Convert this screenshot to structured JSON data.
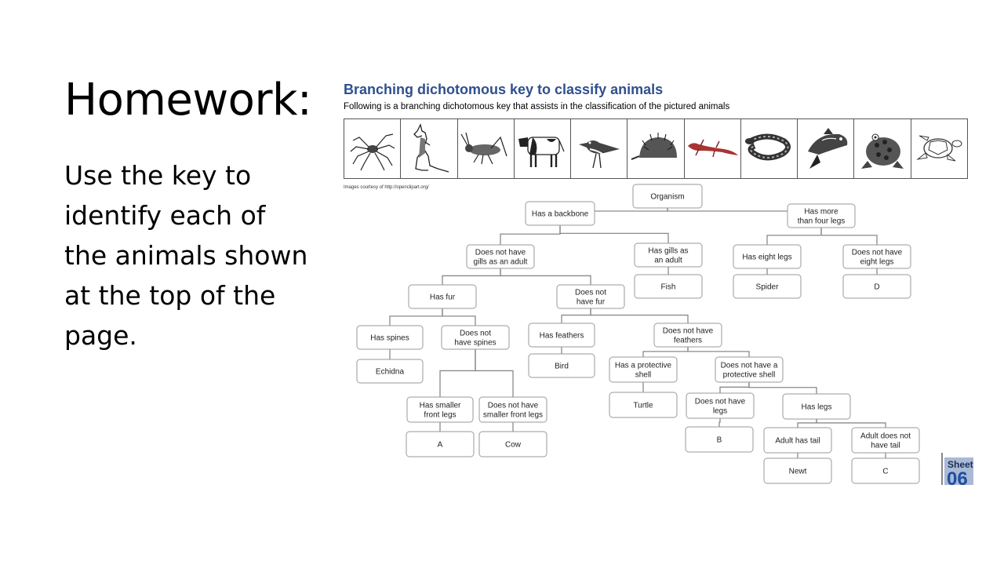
{
  "slide": {
    "title": "Homework:",
    "body": "Use the key to identify each of the animals shown at the top of the page."
  },
  "key": {
    "title": "Branching dichotomous key to classify animals",
    "subtitle": "Following is a branching dichotomous key that assists in the classification of the pictured animals",
    "credit": "Images courtesy of http://openclipart.org/",
    "animals": [
      "spider-icon",
      "kangaroo-icon",
      "cricket-icon",
      "cow-icon",
      "bird-icon",
      "echidna-icon",
      "newt-icon",
      "snake-icon",
      "fish-icon",
      "toad-icon",
      "turtle-icon"
    ]
  },
  "tree": {
    "nodes": [
      {
        "id": "organism",
        "lines": [
          "Organism"
        ]
      },
      {
        "id": "backbone",
        "lines": [
          "Has a backbone"
        ]
      },
      {
        "id": "more-four-legs",
        "lines": [
          "Has more",
          "than four legs"
        ]
      },
      {
        "id": "no-gills",
        "lines": [
          "Does not have",
          "gills as an adult"
        ]
      },
      {
        "id": "gills",
        "lines": [
          "Has gills as",
          "an adult"
        ]
      },
      {
        "id": "eight-legs",
        "lines": [
          "Has eight legs"
        ]
      },
      {
        "id": "not-eight-legs",
        "lines": [
          "Does not have",
          "eight legs"
        ]
      },
      {
        "id": "fish",
        "lines": [
          "Fish"
        ]
      },
      {
        "id": "spider",
        "lines": [
          "Spider"
        ]
      },
      {
        "id": "d",
        "lines": [
          "D"
        ]
      },
      {
        "id": "fur",
        "lines": [
          "Has fur"
        ]
      },
      {
        "id": "no-fur",
        "lines": [
          "Does not",
          "have fur"
        ]
      },
      {
        "id": "spines",
        "lines": [
          "Has spines"
        ]
      },
      {
        "id": "no-spines",
        "lines": [
          "Does not",
          "have spines"
        ]
      },
      {
        "id": "feathers",
        "lines": [
          "Has feathers"
        ]
      },
      {
        "id": "no-feathers",
        "lines": [
          "Does not have",
          "feathers"
        ]
      },
      {
        "id": "echidna",
        "lines": [
          "Echidna"
        ]
      },
      {
        "id": "bird",
        "lines": [
          "Bird"
        ]
      },
      {
        "id": "shell",
        "lines": [
          "Has a protective",
          "shell"
        ]
      },
      {
        "id": "no-shell",
        "lines": [
          "Does not have a",
          "protective shell"
        ]
      },
      {
        "id": "turtle",
        "lines": [
          "Turtle"
        ]
      },
      {
        "id": "no-legs",
        "lines": [
          "Does not have",
          "legs"
        ]
      },
      {
        "id": "legs",
        "lines": [
          "Has legs"
        ]
      },
      {
        "id": "smaller-front",
        "lines": [
          "Has smaller",
          "front legs"
        ]
      },
      {
        "id": "not-smaller-front",
        "lines": [
          "Does not have",
          "smaller front legs"
        ]
      },
      {
        "id": "b",
        "lines": [
          "B"
        ]
      },
      {
        "id": "tail",
        "lines": [
          "Adult has tail"
        ]
      },
      {
        "id": "no-tail",
        "lines": [
          "Adult does not",
          "have tail"
        ]
      },
      {
        "id": "a",
        "lines": [
          "A"
        ]
      },
      {
        "id": "cow",
        "lines": [
          "Cow"
        ]
      },
      {
        "id": "newt",
        "lines": [
          "Newt"
        ]
      },
      {
        "id": "c",
        "lines": [
          "C"
        ]
      }
    ],
    "edges": [
      [
        "organism",
        "backbone"
      ],
      [
        "organism",
        "more-four-legs"
      ],
      [
        "backbone",
        "no-gills"
      ],
      [
        "backbone",
        "gills"
      ],
      [
        "more-four-legs",
        "eight-legs"
      ],
      [
        "more-four-legs",
        "not-eight-legs"
      ],
      [
        "gills",
        "fish"
      ],
      [
        "eight-legs",
        "spider"
      ],
      [
        "not-eight-legs",
        "d"
      ],
      [
        "no-gills",
        "fur"
      ],
      [
        "no-gills",
        "no-fur"
      ],
      [
        "fur",
        "spines"
      ],
      [
        "fur",
        "no-spines"
      ],
      [
        "no-fur",
        "feathers"
      ],
      [
        "no-fur",
        "no-feathers"
      ],
      [
        "spines",
        "echidna"
      ],
      [
        "feathers",
        "bird"
      ],
      [
        "no-feathers",
        "shell"
      ],
      [
        "no-feathers",
        "no-shell"
      ],
      [
        "shell",
        "turtle"
      ],
      [
        "no-shell",
        "no-legs"
      ],
      [
        "no-shell",
        "legs"
      ],
      [
        "no-spines",
        "smaller-front"
      ],
      [
        "no-spines",
        "not-smaller-front"
      ],
      [
        "no-legs",
        "b"
      ],
      [
        "legs",
        "tail"
      ],
      [
        "legs",
        "no-tail"
      ],
      [
        "smaller-front",
        "a"
      ],
      [
        "not-smaller-front",
        "cow"
      ],
      [
        "tail",
        "newt"
      ],
      [
        "no-tail",
        "c"
      ]
    ]
  },
  "badge": {
    "line1": "Sheet",
    "line2": "06"
  }
}
